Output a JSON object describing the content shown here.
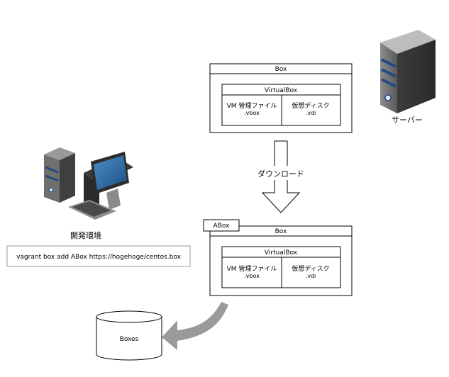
{
  "top_box": {
    "title": "Box",
    "provider": "VirtualBox",
    "vm_file": {
      "label": "VM 管理ファイル",
      "ext": ".vbox"
    },
    "disk": {
      "label": "仮想ディスク",
      "ext": ".vdi"
    }
  },
  "server": {
    "label": "サーバー"
  },
  "download": {
    "label": "ダウンロード"
  },
  "local_box": {
    "name_tag": "ABox",
    "title": "Box",
    "provider": "VirtualBox",
    "vm_file": {
      "label": "VM 管理ファイル",
      "ext": ".vbox"
    },
    "disk": {
      "label": "仮想ディスク",
      "ext": ".vdi"
    }
  },
  "dev_env": {
    "label": "開発環境",
    "command": "vagrant box add ABox https://hogehoge/centos.box"
  },
  "storage": {
    "label": "Boxes"
  }
}
